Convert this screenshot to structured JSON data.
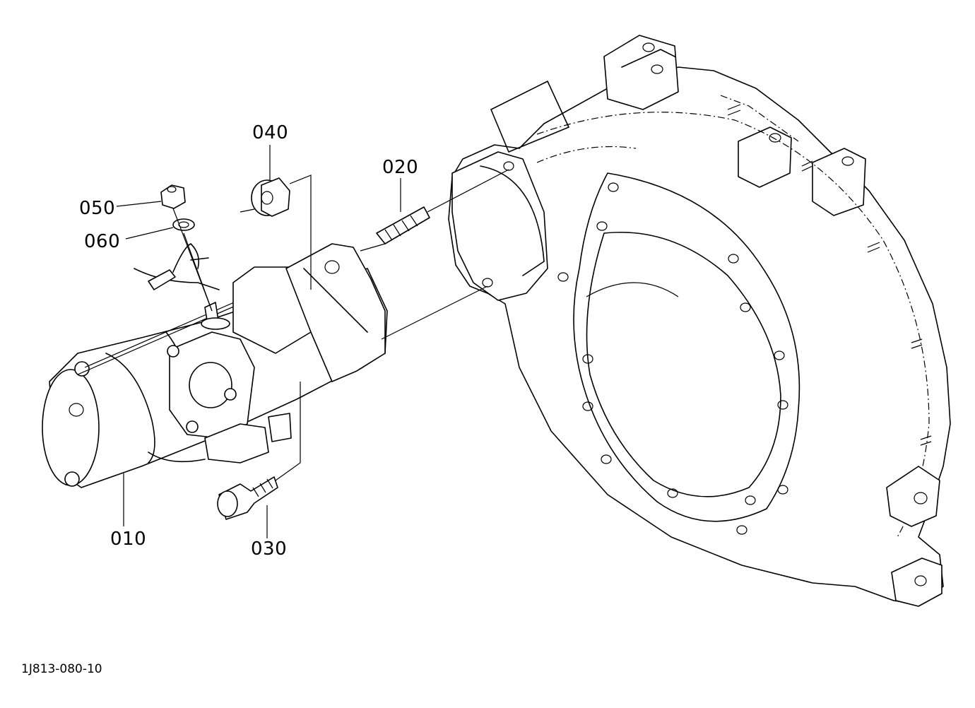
{
  "parts": [
    {
      "id": "010"
    },
    {
      "id": "020"
    },
    {
      "id": "030"
    },
    {
      "id": "040"
    },
    {
      "id": "050"
    },
    {
      "id": "060"
    }
  ],
  "drawing_code": "1J813-080-10"
}
